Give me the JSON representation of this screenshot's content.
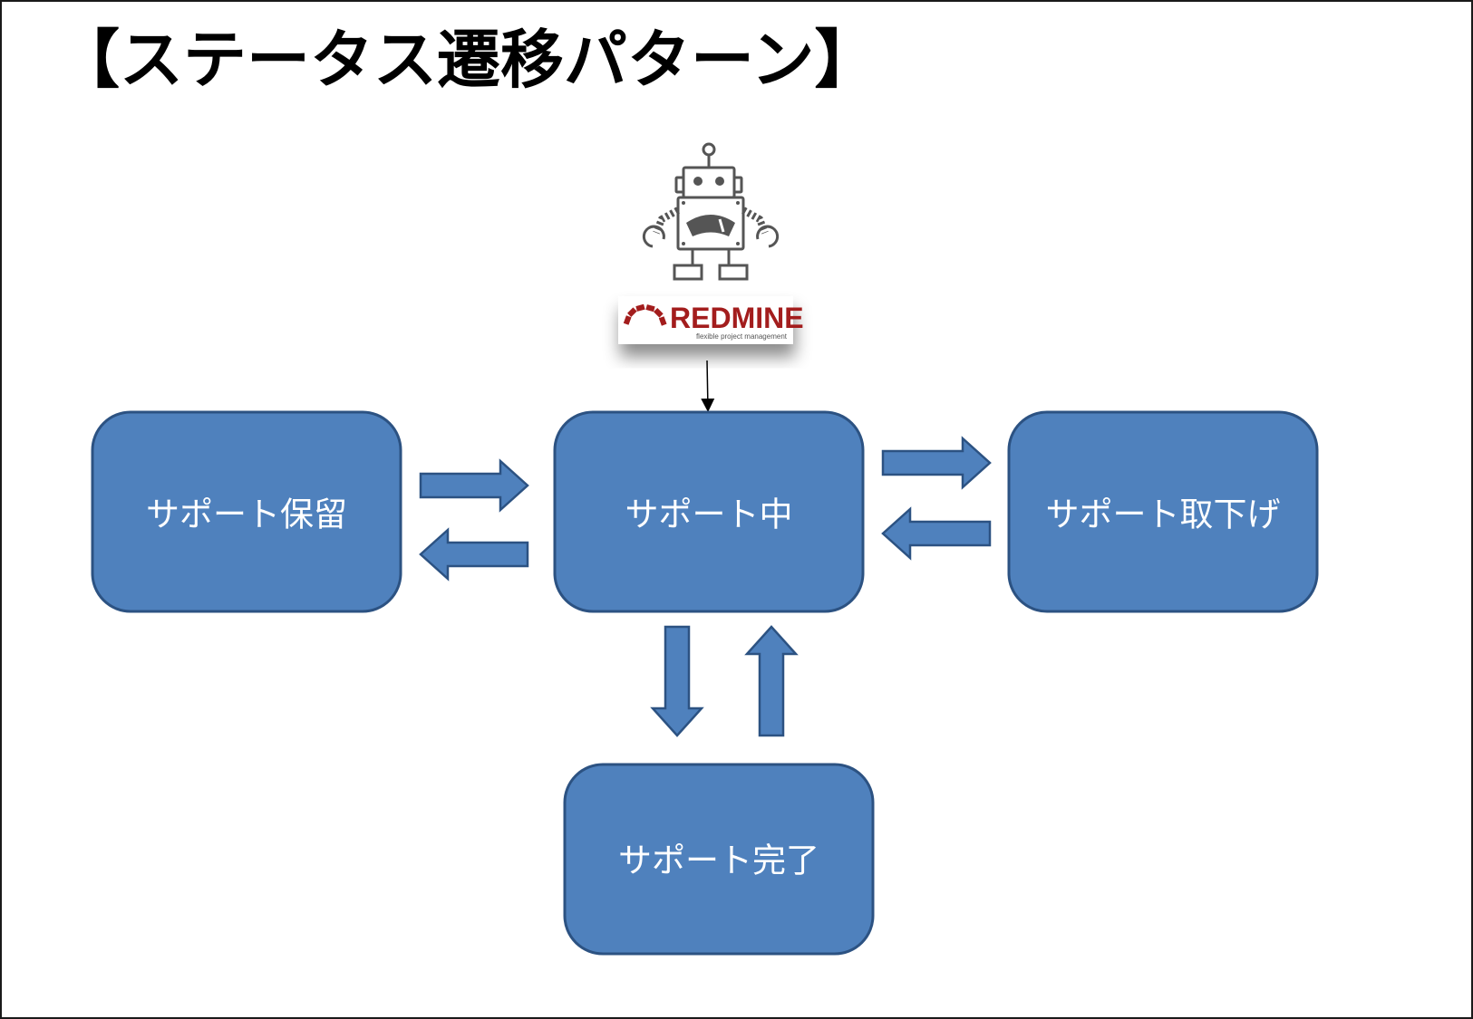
{
  "title": "【ステータス遷移パターン】",
  "logo": {
    "name": "REDMINE",
    "tagline": "flexible project management"
  },
  "states": {
    "hold": "サポート保留",
    "active": "サポート中",
    "withdrawn": "サポート取下げ",
    "complete": "サポート完了"
  },
  "colors": {
    "box_fill": "#4f81bd",
    "box_stroke": "#2c5282",
    "arrow_fill": "#4f81bd",
    "logo_red": "#a31d1d",
    "robot_gray": "#555555"
  },
  "icons": [
    "redmine-robot-icon",
    "redmine-arc-icon"
  ]
}
